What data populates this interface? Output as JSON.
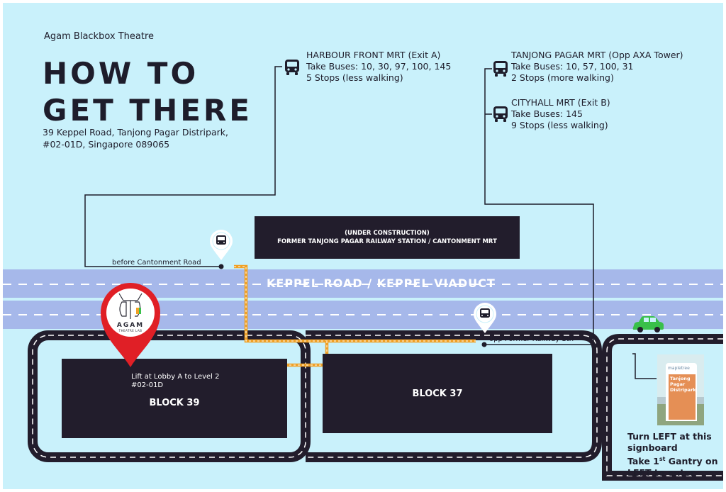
{
  "header": {
    "venue": "Agam Blackbox Theatre",
    "title_line1": "HOW TO",
    "title_line2": "GET THERE",
    "address_line1": "39 Keppel Road, Tanjong Pagar Distripark,",
    "address_line2": "#02-01D, Singapore 089065"
  },
  "routes": [
    {
      "station": "HARBOUR FRONT MRT (Exit A)",
      "buses": "Take Buses: 10, 30, 97, 100, 145",
      "stops": "5 Stops (less walking)",
      "icon": "bus-icon"
    },
    {
      "station": "TANJONG PAGAR MRT (Opp AXA Tower)",
      "buses": "Take Buses: 10, 57, 100, 31",
      "stops": "2 Stops (more walking)",
      "icon": "bus-icon"
    },
    {
      "station": "CITYHALL MRT (Exit B)",
      "buses": "Take Buses: 145",
      "stops": "9 Stops (less walking)",
      "icon": "bus-icon"
    }
  ],
  "map": {
    "construction_line1": "(UNDER CONSTRUCTION)",
    "construction_line2": "FORMER TANJONG PAGAR RAILWAY STATION / CANTONMENT MRT",
    "road_name": "KEPPEL ROAD / KEPPEL VIADUCT",
    "bus_stop_1": "before Cantonment Road",
    "bus_stop_2": "opp Former Railway Stn",
    "block_39": "BLOCK 39",
    "block_37": "BLOCK 37",
    "lift_line1": "Lift at Lobby A to Level 2",
    "lift_line2": "#02-01D",
    "pin_brand": "AGAM",
    "pin_sub": "THEATRE LAB",
    "sign_brand": "mapletree",
    "sign_line1": "Tanjong",
    "sign_line2": "Pagar",
    "sign_line3": "Distripark"
  },
  "directions": {
    "line1": "Turn LEFT at this",
    "line2": "signboard",
    "line3_pre": "Take 1",
    "line3_sup": "st",
    "line3_post": " Gantry on",
    "line4": "LEFT to enter"
  },
  "colors": {
    "background": "#c9f1fb",
    "road": "#a6b8ea",
    "dark": "#221d2c",
    "walk_path": "#f0a126",
    "pin": "#e01f26",
    "car": "#39c04a",
    "sign": "#e58f55"
  }
}
